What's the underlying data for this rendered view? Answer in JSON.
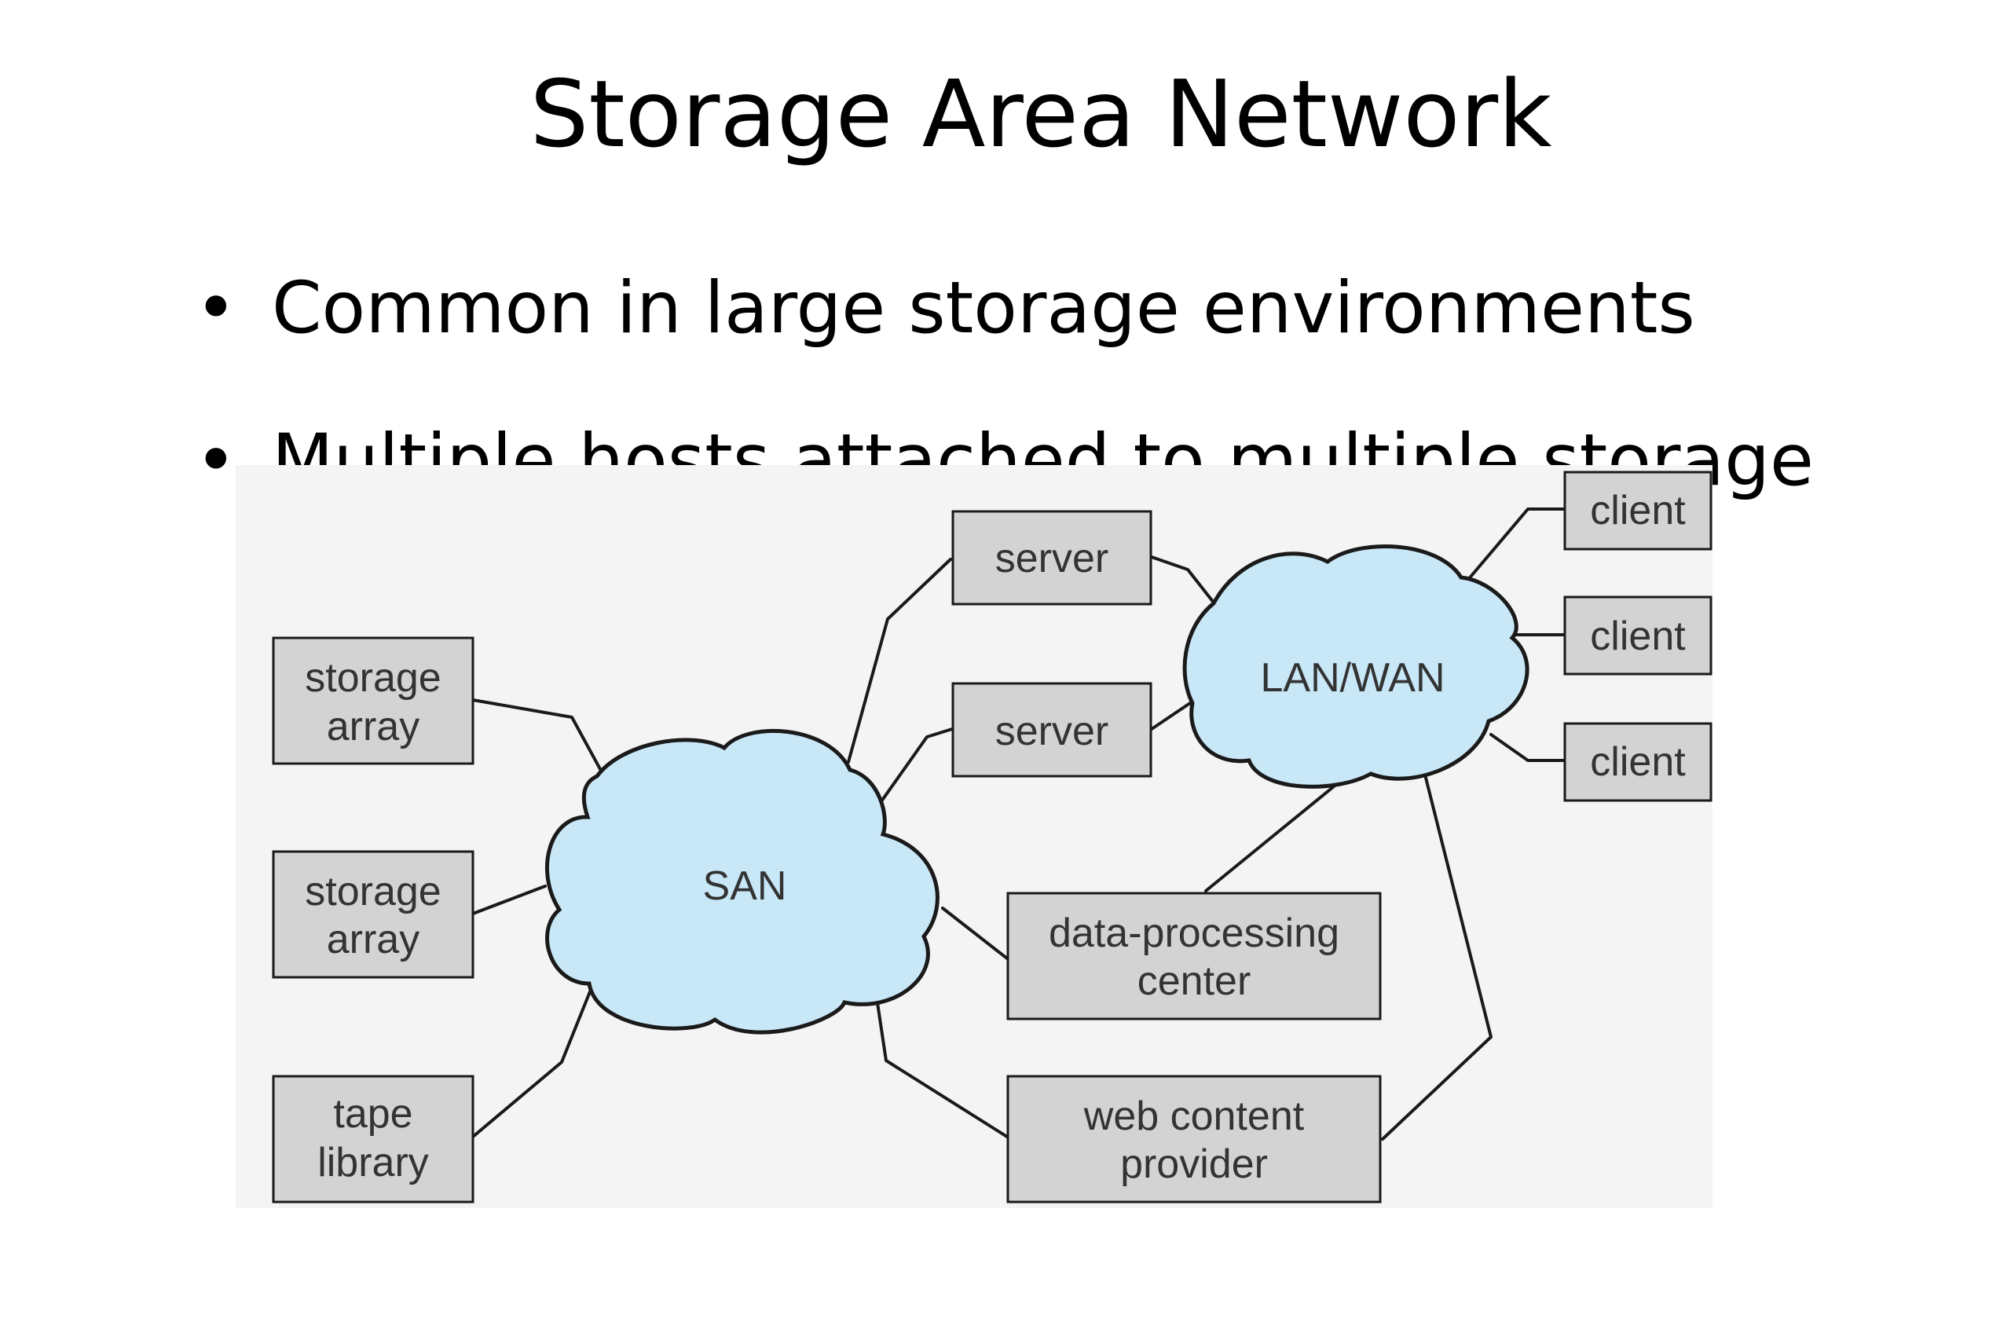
{
  "slide": {
    "title": "Storage Area Network",
    "bullet_symbol": "•",
    "bullets": [
      "Common in large storage environments",
      "Multiple hosts attached to multiple storage"
    ]
  },
  "diagram": {
    "clouds": {
      "san": "SAN",
      "lan_wan": "LAN/WAN"
    },
    "nodes": {
      "storage_array_1": [
        "storage",
        "array"
      ],
      "storage_array_2": [
        "storage",
        "array"
      ],
      "tape_library": [
        "tape",
        "library"
      ],
      "server_1": "server",
      "server_2": "server",
      "client_1": "client",
      "client_2": "client",
      "client_3": "client",
      "data_processing_center": [
        "data-processing",
        "center"
      ],
      "web_content_provider": [
        "web content",
        "provider"
      ]
    }
  },
  "colors": {
    "cloud_fill": "#c8e7f7",
    "box_fill": "#d3d3d3",
    "diagram_background": "#f4f4f4",
    "line": "#1a1a1a",
    "label": "#333333"
  }
}
